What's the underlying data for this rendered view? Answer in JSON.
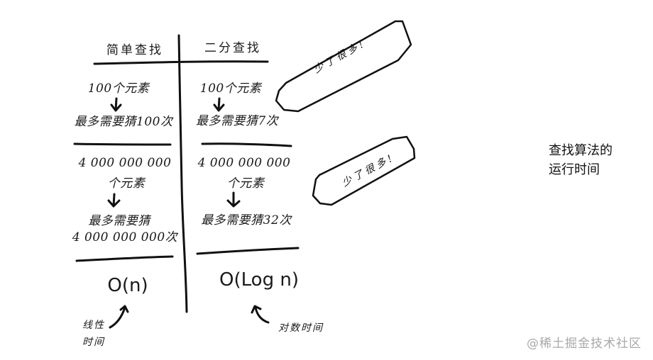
{
  "figure": {
    "columns": [
      {
        "header": "简单查找",
        "small_case": {
          "elements": "100个元素",
          "result": "最多需要猜100次"
        },
        "large_case": {
          "elements_line1": "4 000 000 000",
          "elements_line2": "个元素",
          "result_line1": "最多需要猜",
          "result_line2": "4 000 000 000次"
        },
        "complexity": "O(n)",
        "complexity_note_line1": "线性",
        "complexity_note_line2": "时间"
      },
      {
        "header": "二分查找",
        "small_case": {
          "elements": "100个元素",
          "result": "最多需要猜7次"
        },
        "large_case": {
          "elements_line1": "4 000 000 000",
          "elements_line2": "个元素",
          "result_line1": "最多需要猜32次"
        },
        "complexity": "O(Log n)",
        "complexity_note": "对数时间"
      }
    ],
    "callouts": [
      {
        "text": "少了很多!"
      },
      {
        "text": "少了很多!"
      }
    ]
  },
  "caption": {
    "line1": "查找算法的",
    "line2": "运行时间"
  },
  "watermark": "@稀土掘金技术社区",
  "colors": {
    "ink": "#1a1a1a",
    "watermark": "#a8a8a8",
    "background": "#ffffff"
  }
}
